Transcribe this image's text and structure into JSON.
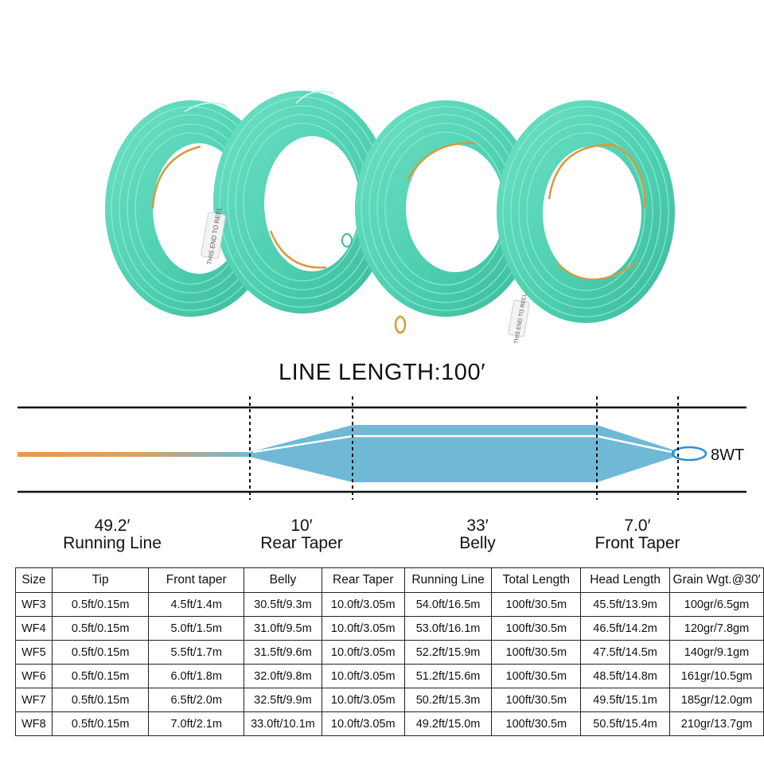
{
  "title": "LINE LENGTH:100′",
  "weight_label": "8WT",
  "segments": [
    {
      "length": "49.2′",
      "name": "Running Line"
    },
    {
      "length": "10′",
      "name": "Rear Taper"
    },
    {
      "length": "33′",
      "name": "Belly"
    },
    {
      "length": "7.0′",
      "name": "Front Taper"
    }
  ],
  "coil_labels": [
    "THIS END TO REEL",
    "THIS END TO REEL"
  ],
  "colors": {
    "line_teal": "#4fd0b1",
    "running_line": "#e89a4e",
    "head": "#6fb9d6",
    "loop": "#2e8fd6",
    "running_core": "#d99a3c"
  },
  "table": {
    "headers": [
      "Size",
      "Tip",
      "Front taper",
      "Belly",
      "Rear Taper",
      "Running Line",
      "Total Length",
      "Head Length",
      "Grain Wgt.@30′"
    ],
    "rows": [
      [
        "WF3",
        "0.5ft/0.15m",
        "4.5ft/1.4m",
        "30.5ft/9.3m",
        "10.0ft/3.05m",
        "54.0ft/16.5m",
        "100ft/30.5m",
        "45.5ft/13.9m",
        "100gr/6.5gm"
      ],
      [
        "WF4",
        "0.5ft/0.15m",
        "5.0ft/1.5m",
        "31.0ft/9.5m",
        "10.0ft/3.05m",
        "53.0ft/16.1m",
        "100ft/30.5m",
        "46.5ft/14.2m",
        "120gr/7.8gm"
      ],
      [
        "WF5",
        "0.5ft/0.15m",
        "5.5ft/1.7m",
        "31.5ft/9.6m",
        "10.0ft/3.05m",
        "52.2ft/15.9m",
        "100ft/30.5m",
        "47.5ft/14.5m",
        "140gr/9.1gm"
      ],
      [
        "WF6",
        "0.5ft/0.15m",
        "6.0ft/1.8m",
        "32.0ft/9.8m",
        "10.0ft/3.05m",
        "51.2ft/15.6m",
        "100ft/30.5m",
        "48.5ft/14.8m",
        "161gr/10.5gm"
      ],
      [
        "WF7",
        "0.5ft/0.15m",
        "6.5ft/2.0m",
        "32.5ft/9.9m",
        "10.0ft/3.05m",
        "50.2ft/15.3m",
        "100ft/30.5m",
        "49.5ft/15.1m",
        "185gr/12.0gm"
      ],
      [
        "WF8",
        "0.5ft/0.15m",
        "7.0ft/2.1m",
        "33.0ft/10.1m",
        "10.0ft/3.05m",
        "49.2ft/15.0m",
        "100ft/30.5m",
        "50.5ft/15.4m",
        "210gr/13.7gm"
      ]
    ]
  }
}
